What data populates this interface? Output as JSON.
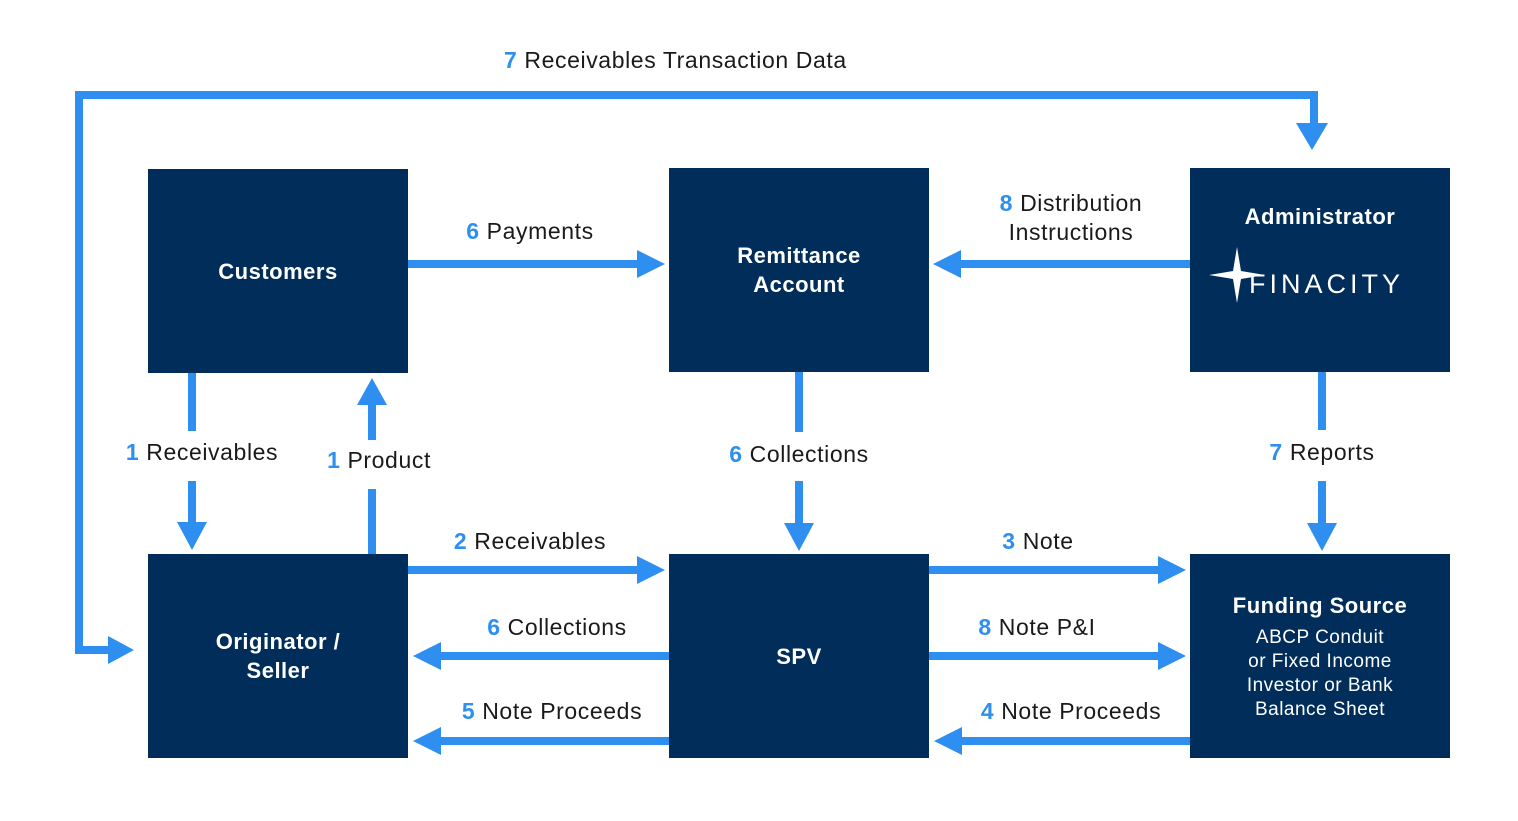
{
  "colors": {
    "box": "#002d5a",
    "arrow": "#2e8ff0",
    "box_text": "#ffffff",
    "label_text": "#1a1a1a",
    "number": "#2e8ff0"
  },
  "boxes": {
    "customers": {
      "title": "Customers"
    },
    "remittance": {
      "title": "Remittance\nAccount"
    },
    "administrator": {
      "title": "Administrator",
      "logo_text": "FINACITY"
    },
    "originator": {
      "title": "Originator /\nSeller"
    },
    "spv": {
      "title": "SPV"
    },
    "funding": {
      "title": "Funding Source",
      "subtitle": "ABCP Conduit\nor Fixed Income\nInvestor or Bank\nBalance Sheet"
    }
  },
  "labels": {
    "receivables_transaction_data": {
      "num": "7",
      "text": "Receivables Transaction Data"
    },
    "payments": {
      "num": "6",
      "text": "Payments"
    },
    "distribution_instructions": {
      "num": "8",
      "text": "Distribution\nInstructions"
    },
    "receivables_1": {
      "num": "1",
      "text": "Receivables"
    },
    "product": {
      "num": "1",
      "text": "Product"
    },
    "collections_down": {
      "num": "6",
      "text": "Collections"
    },
    "reports": {
      "num": "7",
      "text": "Reports"
    },
    "receivables_2": {
      "num": "2",
      "text": "Receivables"
    },
    "note": {
      "num": "3",
      "text": "Note"
    },
    "collections_left": {
      "num": "6",
      "text": "Collections"
    },
    "note_pi": {
      "num": "8",
      "text": "Note P&I"
    },
    "note_proceeds_5": {
      "num": "5",
      "text": "Note Proceeds"
    },
    "note_proceeds_4": {
      "num": "4",
      "text": "Note Proceeds"
    }
  }
}
